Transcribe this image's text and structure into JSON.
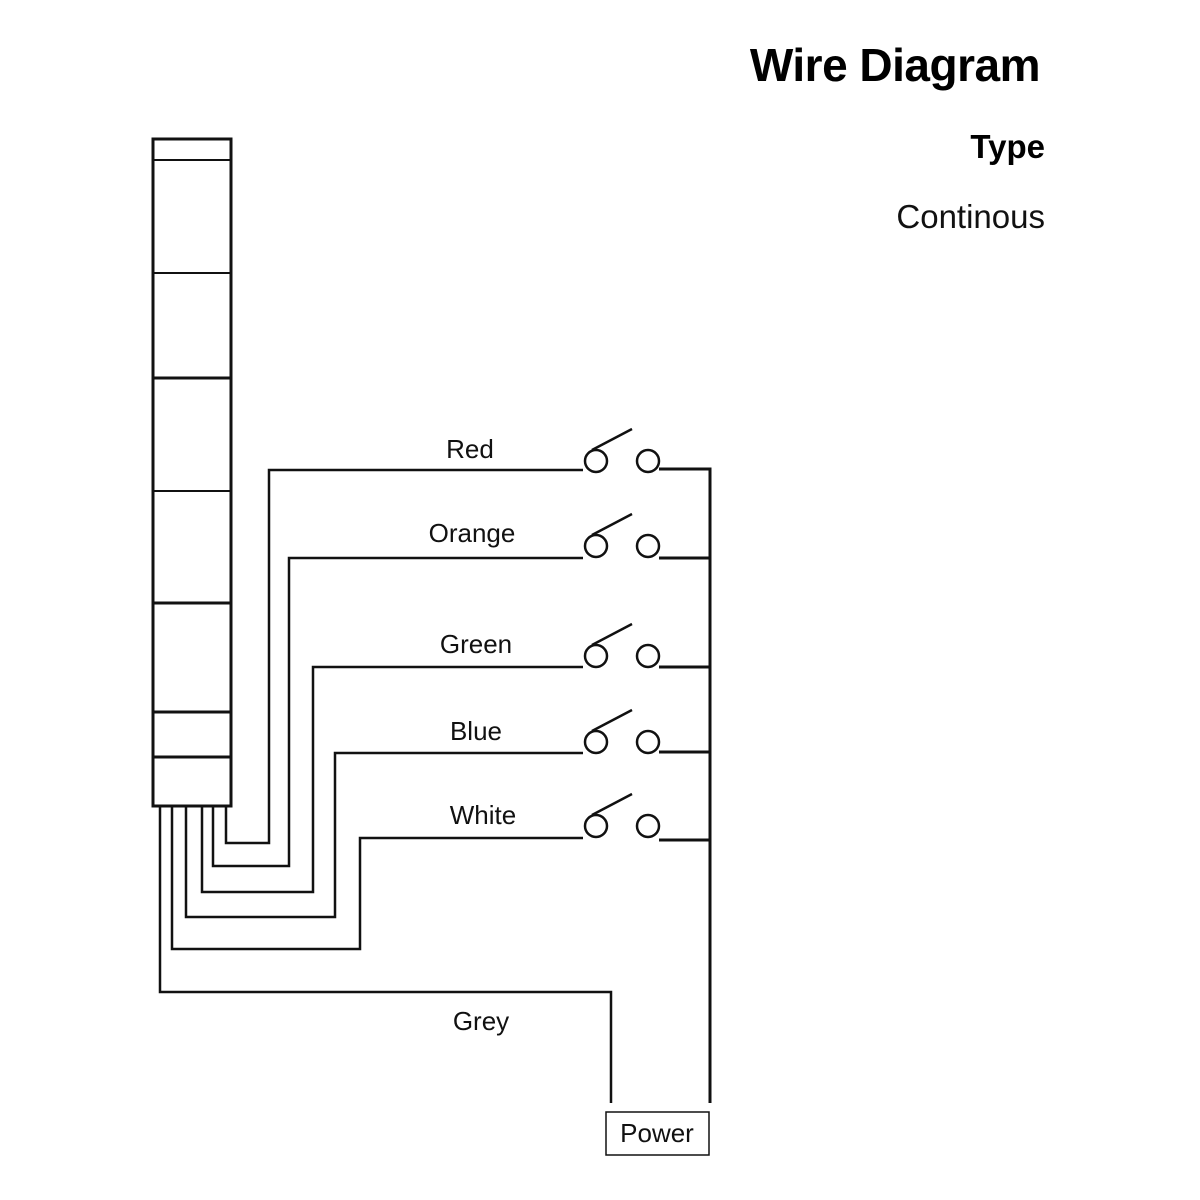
{
  "title": "Wire Diagram",
  "type_label": "Type",
  "type_value": "Continous",
  "wires": [
    {
      "name": "Red"
    },
    {
      "name": "Orange"
    },
    {
      "name": "Green"
    },
    {
      "name": "Blue"
    },
    {
      "name": "White"
    }
  ],
  "grey_wire": "Grey",
  "power_label": "Power"
}
